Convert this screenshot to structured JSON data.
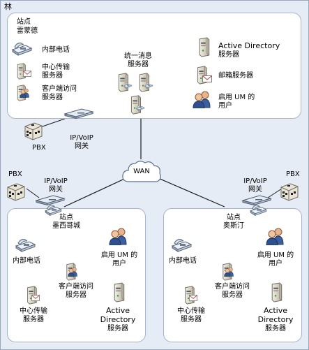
{
  "forest": {
    "label": "林"
  },
  "top_site": {
    "title": "站点",
    "name": "雷蒙德",
    "phone": "内部电话",
    "hub": [
      "中心传输",
      "服务器"
    ],
    "cas": [
      "客户端访问",
      "服务器"
    ],
    "um": [
      "统一消息",
      "服务器"
    ],
    "ad": [
      "Active Directory",
      "服务器"
    ],
    "mailbox": "邮箱服务器",
    "users": [
      "启用  UM 的",
      "用户"
    ]
  },
  "top_pbx": "PBX",
  "top_gateway": [
    "IP/VoIP",
    "网关"
  ],
  "wan": "WAN",
  "left_pbx": "PBX",
  "left_gateway": [
    "IP/VoIP",
    "网关"
  ],
  "right_pbx": "PBX",
  "right_gateway": [
    "IP/VoIP",
    "网关"
  ],
  "left_site": {
    "title": "站点",
    "name": "墨西哥城",
    "phone": "内部电话",
    "users": [
      "启用  UM 的",
      "用户"
    ],
    "cas": [
      "客户端访问",
      "服务器"
    ],
    "hub": [
      "中心传输",
      "服务器"
    ],
    "ad": [
      "Active",
      "Directory",
      "服务器"
    ]
  },
  "right_site": {
    "title": "站点",
    "name": "奥斯汀",
    "phone": "内部电话",
    "users": [
      "启用  UM 的",
      "用户"
    ],
    "cas": [
      "客户端访问",
      "服务器"
    ],
    "hub": [
      "中心传输",
      "服务器"
    ],
    "ad": [
      "Active",
      "Directory",
      "服务器"
    ]
  }
}
